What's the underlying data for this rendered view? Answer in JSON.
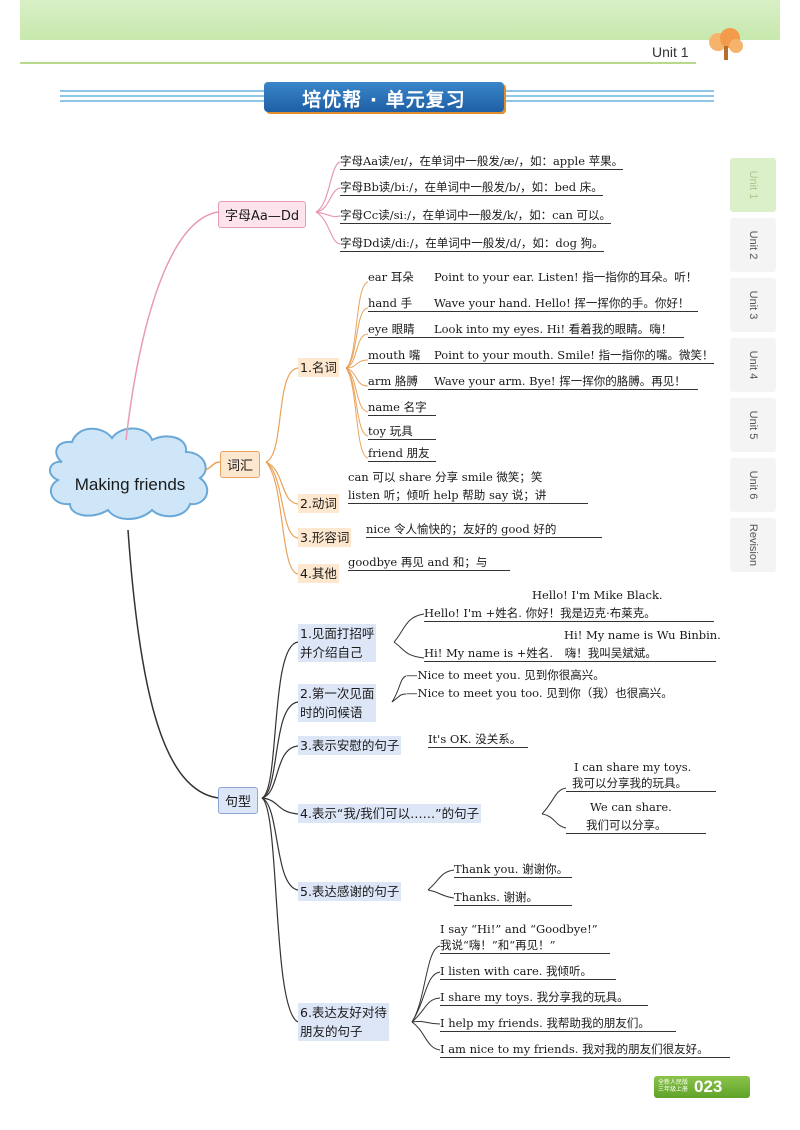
{
  "header": {
    "unit": "Unit 1"
  },
  "title": "培优帮 · 单元复习",
  "center": "Making friends",
  "branches": {
    "letters": {
      "label": "字母Aa—Dd",
      "items": [
        "字母Aa读/eɪ/，在单词中一般发/æ/，如：apple 苹果。",
        "字母Bb读/biː/，在单词中一般发/b/，如：bed 床。",
        "字母Cc读/siː/，在单词中一般发/k/，如：can 可以。",
        "字母Dd读/diː/，在单词中一般发/d/，如：dog 狗。"
      ]
    },
    "vocab": {
      "label": "词汇",
      "nouns": {
        "label": "1.名词",
        "items": [
          {
            "word": "ear 耳朵",
            "sentence": "Point to your ear. Listen! 指一指你的耳朵。听！"
          },
          {
            "word": "hand 手",
            "sentence": "Wave your hand. Hello! 挥一挥你的手。你好！"
          },
          {
            "word": "eye 眼睛",
            "sentence": "Look into my eyes. Hi! 看着我的眼睛。嗨！"
          },
          {
            "word": "mouth 嘴",
            "sentence": "Point to your mouth. Smile! 指一指你的嘴。微笑！"
          },
          {
            "word": "arm 胳膊",
            "sentence": "Wave your arm. Bye! 挥一挥你的胳膊。再见！"
          },
          {
            "word": "name 名字",
            "sentence": ""
          },
          {
            "word": "toy 玩具",
            "sentence": ""
          },
          {
            "word": "friend 朋友",
            "sentence": ""
          }
        ]
      },
      "verbs": {
        "label": "2.动词",
        "line1": "can 可以    share 分享    smile 微笑；笑",
        "line2": "listen 听；倾听    help 帮助    say 说；讲"
      },
      "adjectives": {
        "label": "3.形容词",
        "line": "nice 令人愉快的；友好的      good 好的"
      },
      "others": {
        "label": "4.其他",
        "line": "goodbye 再见      and 和；与"
      }
    },
    "sentences": {
      "label": "句型",
      "groups": [
        {
          "label1": "1.见面打招呼",
          "label2": "并介绍自己",
          "rows": [
            {
              "pattern": "Hello! I'm +姓名.",
              "example_en": "Hello! I'm Mike Black.",
              "example_zh": "你好！我是迈克·布莱克。"
            },
            {
              "pattern": "Hi! My name is +姓名.",
              "example_en": "Hi! My name is Wu Binbin.",
              "example_zh": "嗨！我叫吴斌斌。"
            }
          ]
        },
        {
          "label1": "2.第一次见面",
          "label2": "时的问候语",
          "lines": [
            "—Nice to meet you. 见到你很高兴。",
            "—Nice to meet you too. 见到你（我）也很高兴。"
          ]
        },
        {
          "label1": "3.表示安慰的句子",
          "lines": [
            "It's OK. 没关系。"
          ]
        },
        {
          "label1": "4.表示“我/我们可以……”的句子",
          "items": [
            {
              "en": "I can share my toys.",
              "zh": "我可以分享我的玩具。"
            },
            {
              "en": "We can share.",
              "zh": "我们可以分享。"
            }
          ]
        },
        {
          "label1": "5.表达感谢的句子",
          "lines": [
            "Thank you. 谢谢你。",
            "Thanks. 谢谢。"
          ]
        },
        {
          "label1": "6.表达友好对待",
          "label2": "朋友的句子",
          "first_en": "I say “Hi!” and “Goodbye!”",
          "first_zh": "我说“嗨！”和“再见！”",
          "lines": [
            "I listen with care. 我倾听。",
            "I share my toys. 我分享我的玩具。",
            "I help my friends. 我帮助我的朋友们。",
            "I am nice to my friends. 我对我的朋友们很友好。"
          ]
        }
      ]
    }
  },
  "side_tabs": [
    "Unit 1",
    "Unit 2",
    "Unit 3",
    "Unit 4",
    "Unit 5",
    "Unit 6",
    "Revision"
  ],
  "footer": {
    "small_text": "全新人民版三年级上册",
    "page": "023"
  },
  "colors": {
    "pink_branch": "#e79bb4",
    "orange_branch": "#e8a35b",
    "blue_branch": "#8ea4d4"
  }
}
